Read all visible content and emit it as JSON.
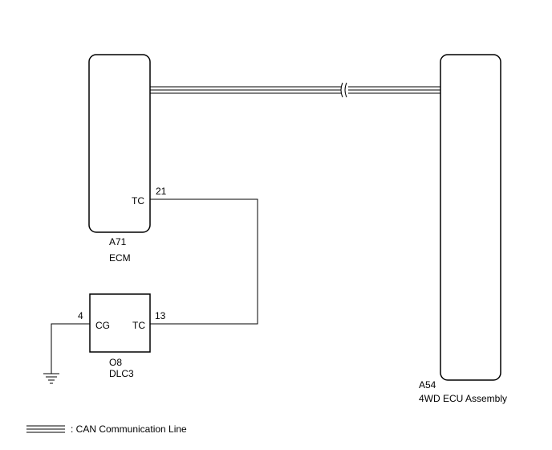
{
  "components": {
    "ecm": {
      "code": "A71",
      "name": "ECM",
      "pin_name": "TC",
      "pin_number": "21"
    },
    "dlc3": {
      "code": "O8",
      "name": "DLC3",
      "pin_cg_name": "CG",
      "pin_cg_number": "4",
      "pin_tc_name": "TC",
      "pin_tc_number": "13"
    },
    "fwd_ecu": {
      "code": "A54",
      "name": "4WD ECU Assembly"
    }
  },
  "legend": {
    "can_label": ": CAN Communication Line"
  }
}
